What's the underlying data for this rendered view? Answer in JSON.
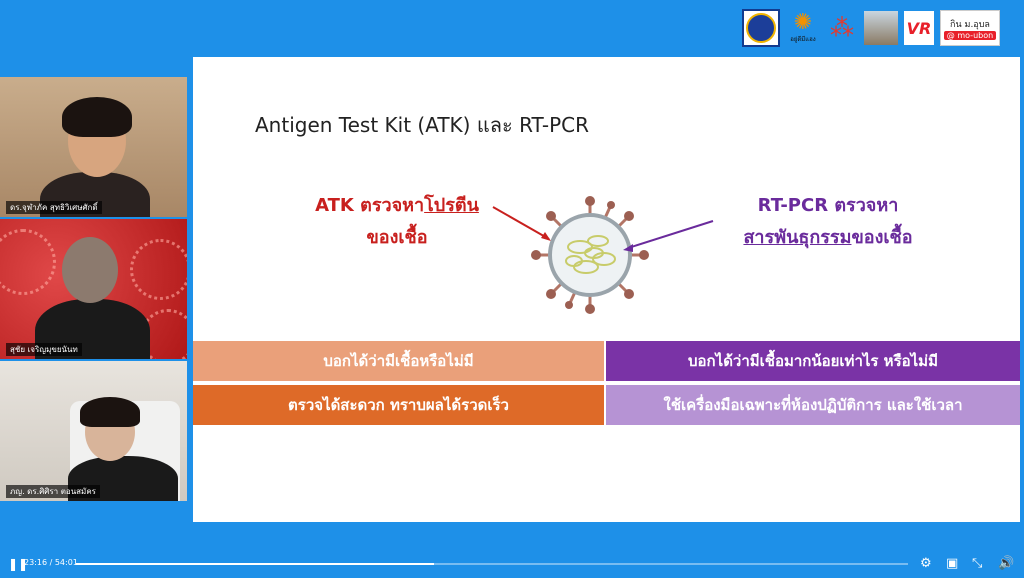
{
  "logos": {
    "l2_caption": "อยู่ดีมีแฮง",
    "l5_text": "VR",
    "l6_top": "กิน ม.อุบล",
    "l6_bottom": "@ mo-ubon"
  },
  "participants": [
    {
      "name": "ดร.จุฬาภัค สุทธิวิเศษศักดิ์"
    },
    {
      "name": "สุชัย เจริญมุขยนันท"
    },
    {
      "name": "ภญ. ดร.ศิศิรา ตอนสมัคร"
    }
  ],
  "slide": {
    "title": "Antigen Test Kit (ATK) และ RT-PCR",
    "atk_line1_prefix": "ATK ตรวจหา",
    "atk_line1_underlined": "โปรตีน",
    "atk_line2": "ของเชื้อ",
    "rt_line1": "RT-PCR ตรวจหา",
    "rt_line2_underlined": "สารพันธุกรรม",
    "rt_line2_suffix": "ของเชื้อ",
    "cells": {
      "atk_row1": "บอกได้ว่ามีเชื้อหรือไม่มี",
      "rt_row1": "บอกได้ว่ามีเชื้อมากน้อยเท่าไร หรือไม่มี",
      "atk_row2": "ตรวจได้สะดวก ทราบผลได้รวดเร็ว",
      "rt_row2": "ใช้เครื่องมือเฉพาะที่ห้องปฏิบัติการ และใช้เวลา"
    }
  },
  "player": {
    "play_icon": "pause-icon",
    "time": "23:16 / 54:01",
    "progress": 0.43,
    "icons": [
      "gear-icon",
      "pip-icon",
      "minimize-icon",
      "volume-icon"
    ]
  }
}
